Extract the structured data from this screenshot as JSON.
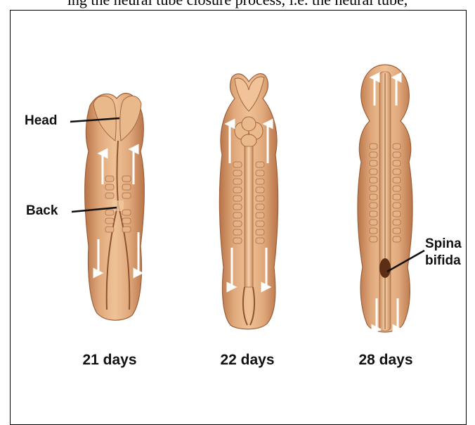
{
  "top_caption": "ing the neural tube closure process, i.e. the neural tube,",
  "labels": {
    "head": "Head",
    "back": "Back",
    "spina_line1": "Spina",
    "spina_line2": "bifida"
  },
  "stages": [
    "21 days",
    "22 days",
    "28 days"
  ],
  "colors": {
    "tissue": "#dba277",
    "tissue_dark": "#b5744a",
    "tissue_light": "#f1caa0",
    "arrow": "#ffffff",
    "label": "#111111"
  }
}
